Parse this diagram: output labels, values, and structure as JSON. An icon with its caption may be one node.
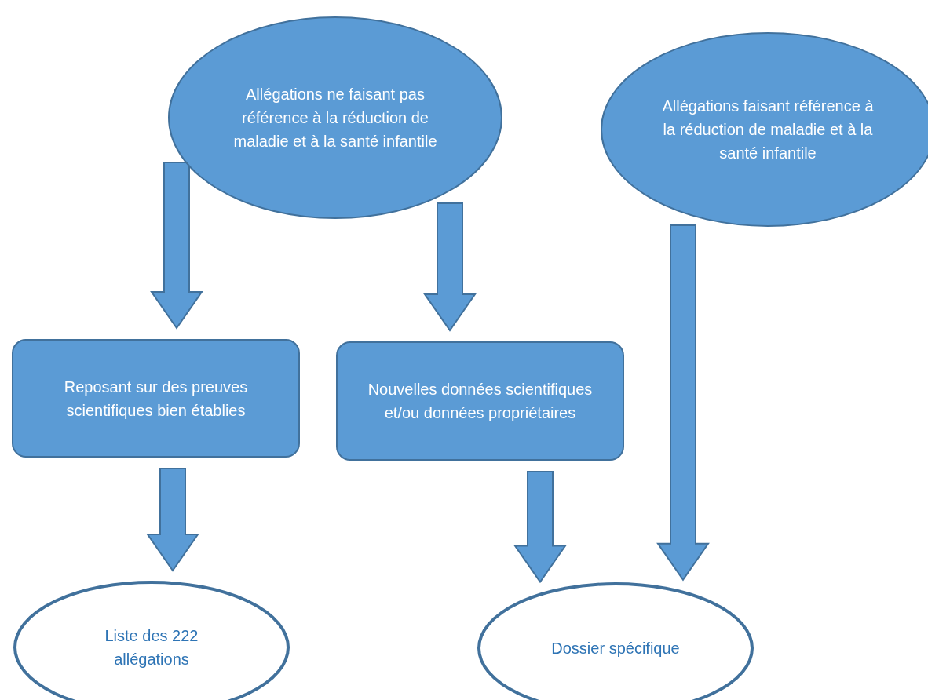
{
  "diagram": {
    "nodes": [
      {
        "text": [
          "Allégations ne faisant pas référence à la réduction de maladie et à la santé infantile"
        ]
      },
      {
        "text": [
          "Allégations faisant référence à la réduction de maladie et à la santé infantile"
        ]
      },
      {
        "text": [
          "Reposant sur des preuves scientifiques bien établies"
        ]
      },
      {
        "text": [
          "Nouvelles données scientifiques et/ou données propriétaires"
        ]
      },
      {
        "text": [
          "Liste des 222 allégations"
        ]
      },
      {
        "text": [
          "Dossier spécifique"
        ]
      }
    ],
    "edges": [
      {
        "from": 0,
        "to": 2,
        "arrow": "to"
      },
      {
        "from": 0,
        "to": 3,
        "arrow": "to"
      },
      {
        "from": 1,
        "to": 5,
        "arrow": "to"
      },
      {
        "from": 2,
        "to": 4,
        "arrow": "to"
      },
      {
        "from": 3,
        "to": 5,
        "arrow": "to"
      }
    ]
  }
}
